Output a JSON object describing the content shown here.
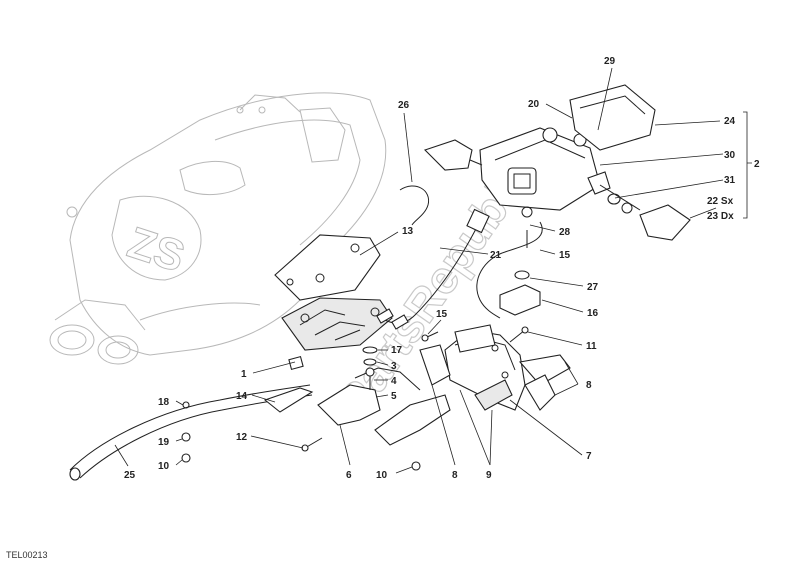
{
  "diagram": {
    "code": "TEL00213",
    "watermark": "PartsRepublik",
    "labels": {
      "l1": "1",
      "l2": "2",
      "l3": "3",
      "l4": "4",
      "l5": "5",
      "l6": "6",
      "l7": "7",
      "l8a": "8",
      "l8b": "8",
      "l9": "9",
      "l10a": "10",
      "l10b": "10",
      "l11": "11",
      "l12": "12",
      "l13": "13",
      "l14": "14",
      "l15a": "15",
      "l15b": "15",
      "l16": "16",
      "l17": "17",
      "l18": "18",
      "l19": "19",
      "l20": "20",
      "l21": "21",
      "l22": "22 Sx",
      "l23": "23 Dx",
      "l24": "24",
      "l25": "25",
      "l26": "26",
      "l27": "27",
      "l28": "28",
      "l29": "29",
      "l30": "30",
      "l31": "31"
    }
  }
}
